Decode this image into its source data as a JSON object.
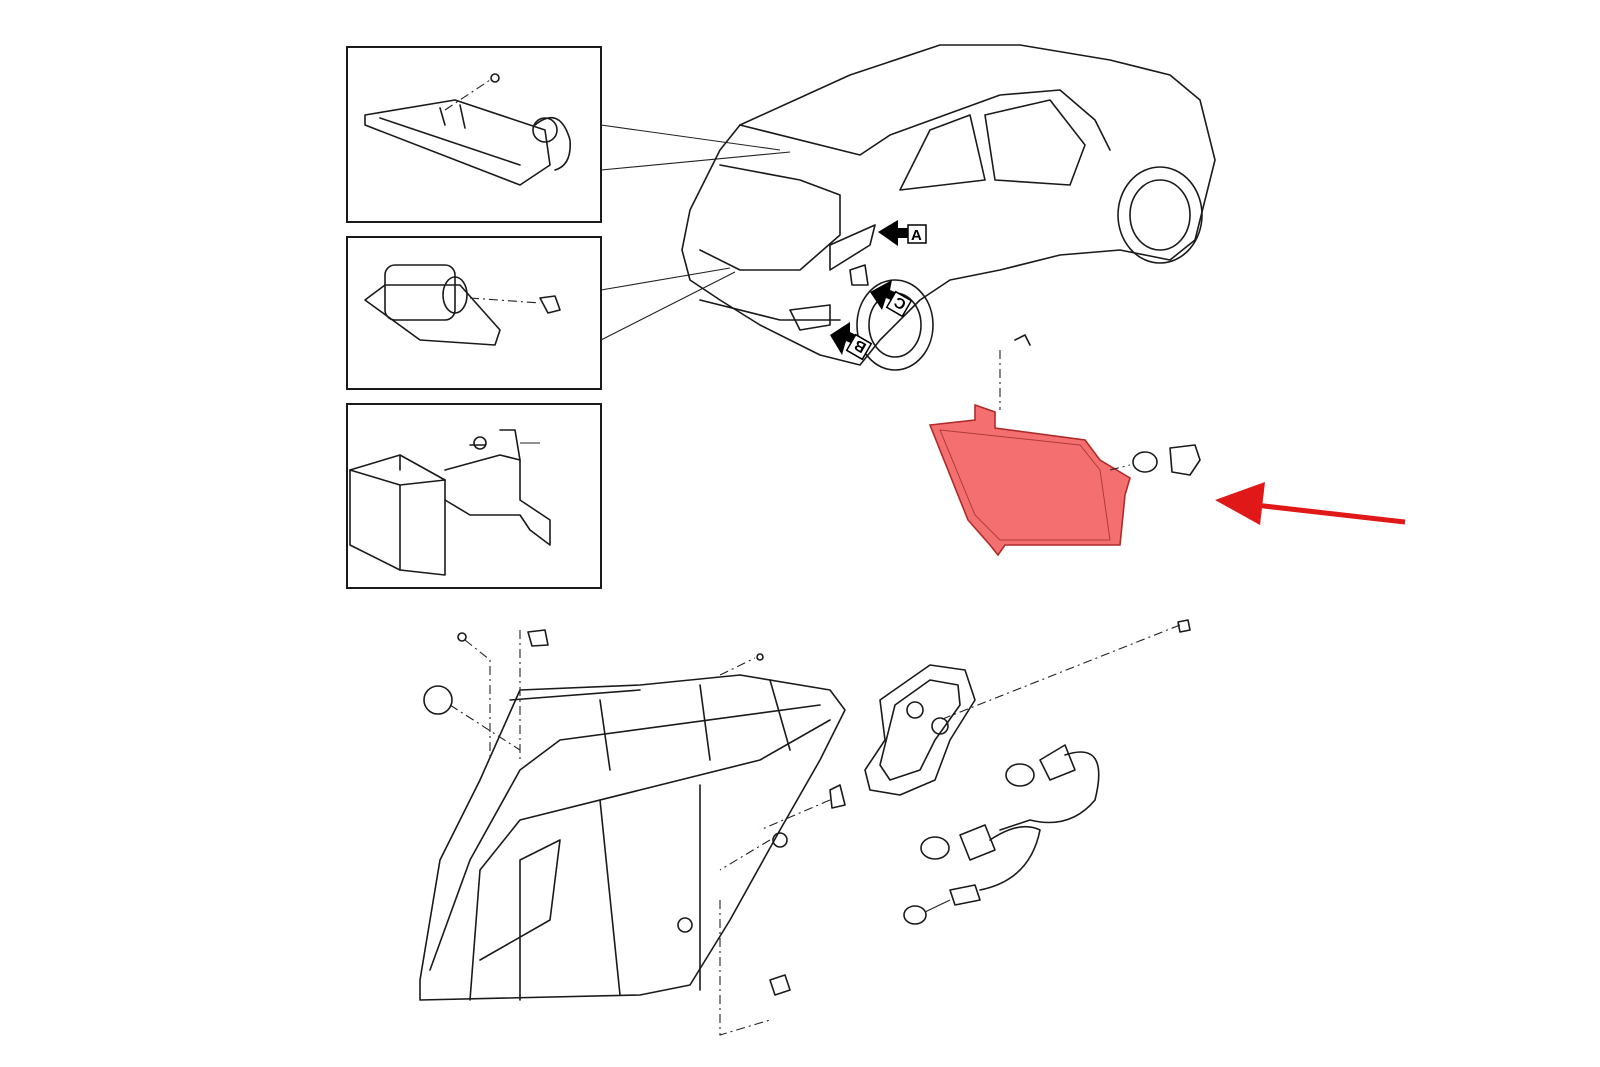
{
  "diagram": {
    "callouts": [
      {
        "id": "A",
        "label": "A"
      },
      {
        "id": "B",
        "label": "B"
      },
      {
        "id": "C",
        "label": "C"
      }
    ],
    "highlight_color": "#f47070",
    "highlight_outline_color": "#c0392b",
    "arrow_color": "#e01818"
  }
}
